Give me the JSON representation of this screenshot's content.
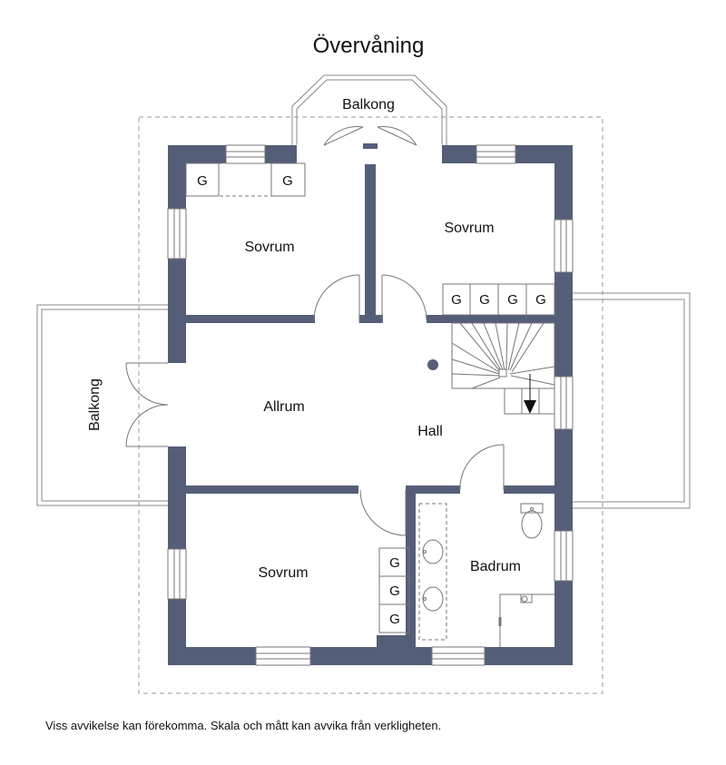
{
  "title": "Övervåning",
  "rooms": {
    "bedroom_nw": "Sovrum",
    "bedroom_ne": "Sovrum",
    "bedroom_sw": "Sovrum",
    "living": "Allrum",
    "hall": "Hall",
    "bathroom": "Badrum"
  },
  "balconies": {
    "north": "Balkong",
    "west": "Balkong"
  },
  "wardrobe_label": "G",
  "disclaimer": "Viss avvikelse kan förekomma. Skala och mått kan avvika från verkligheten.",
  "colors": {
    "wall": "#545e78",
    "line": "#777777",
    "dash": "#999999",
    "text": "#111111"
  }
}
